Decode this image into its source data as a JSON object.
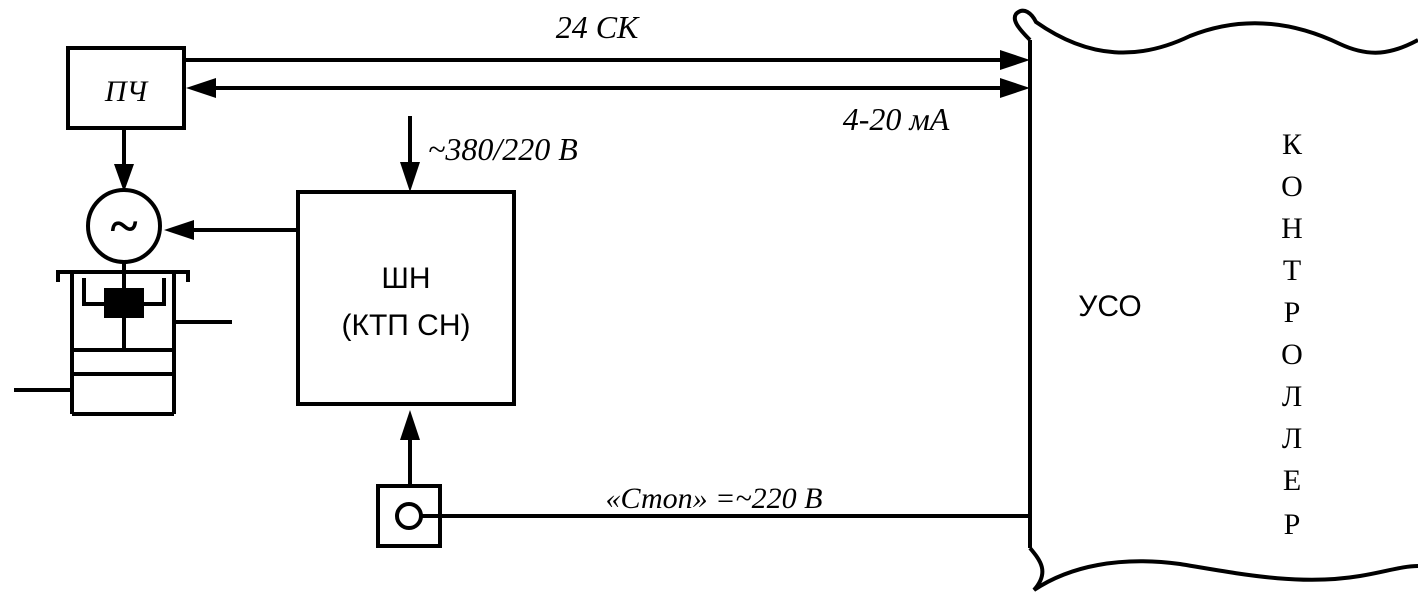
{
  "labels": {
    "pch": "ПЧ",
    "top_bus": "24 СК",
    "analog": "4-20 мА",
    "supply": "~380/220 В",
    "shn_line1": "ШН",
    "shn_line2": "(КТП СН)",
    "stop_line": "«Стоп» =~220 В",
    "uso": "УСО",
    "tilde": "~"
  },
  "controller_letters": [
    "К",
    "О",
    "Н",
    "Т",
    "Р",
    "О",
    "Л",
    "Л",
    "Е",
    "Р"
  ]
}
